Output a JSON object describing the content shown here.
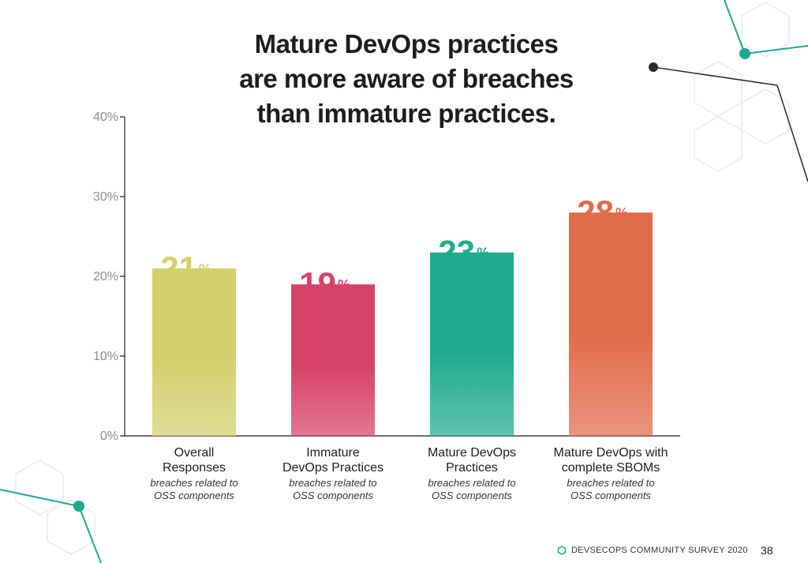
{
  "title_lines": [
    "Mature DevOps practices",
    "are more aware of breaches",
    "than immature practices."
  ],
  "footer": {
    "text": "DEVSECOPS COMMUNITY SURVEY 2020",
    "page": "38",
    "icon": "hexagon-icon"
  },
  "colors": {
    "accent": "#1fa98c",
    "bar_overall": "#d3d06c",
    "bar_immature": "#d6436a",
    "bar_mature": "#1fab8e",
    "bar_sbom": "#e06c4a"
  },
  "chart_data": {
    "type": "bar",
    "categories": [
      {
        "label_lines": [
          "Overall",
          "Responses"
        ],
        "sub_lines": [
          "breaches related to",
          "OSS components"
        ]
      },
      {
        "label_lines": [
          "Immature",
          "DevOps Practices"
        ],
        "sub_lines": [
          "breaches related to",
          "OSS components"
        ]
      },
      {
        "label_lines": [
          "Mature DevOps",
          "Practices"
        ],
        "sub_lines": [
          "breaches related to",
          "OSS components"
        ]
      },
      {
        "label_lines": [
          "Mature DevOps with",
          "complete SBOMs"
        ],
        "sub_lines": [
          "breaches related to",
          "OSS components"
        ]
      }
    ],
    "values": [
      21,
      19,
      23,
      28
    ],
    "value_labels": [
      "21",
      "19",
      "23",
      "28"
    ],
    "value_suffix": "%",
    "bar_colors": [
      "#d3d06c",
      "#d6436a",
      "#1fab8e",
      "#e06c4a"
    ],
    "value_label_colors": [
      "#d3d06c",
      "#d6436a",
      "#1fab8e",
      "#e06c4a"
    ],
    "yticks": [
      "0%",
      "10%",
      "20%",
      "30%",
      "40%"
    ],
    "ytick_values": [
      0,
      10,
      20,
      30,
      40
    ],
    "ylim": [
      0,
      40
    ],
    "grid": false,
    "legend": "none"
  }
}
